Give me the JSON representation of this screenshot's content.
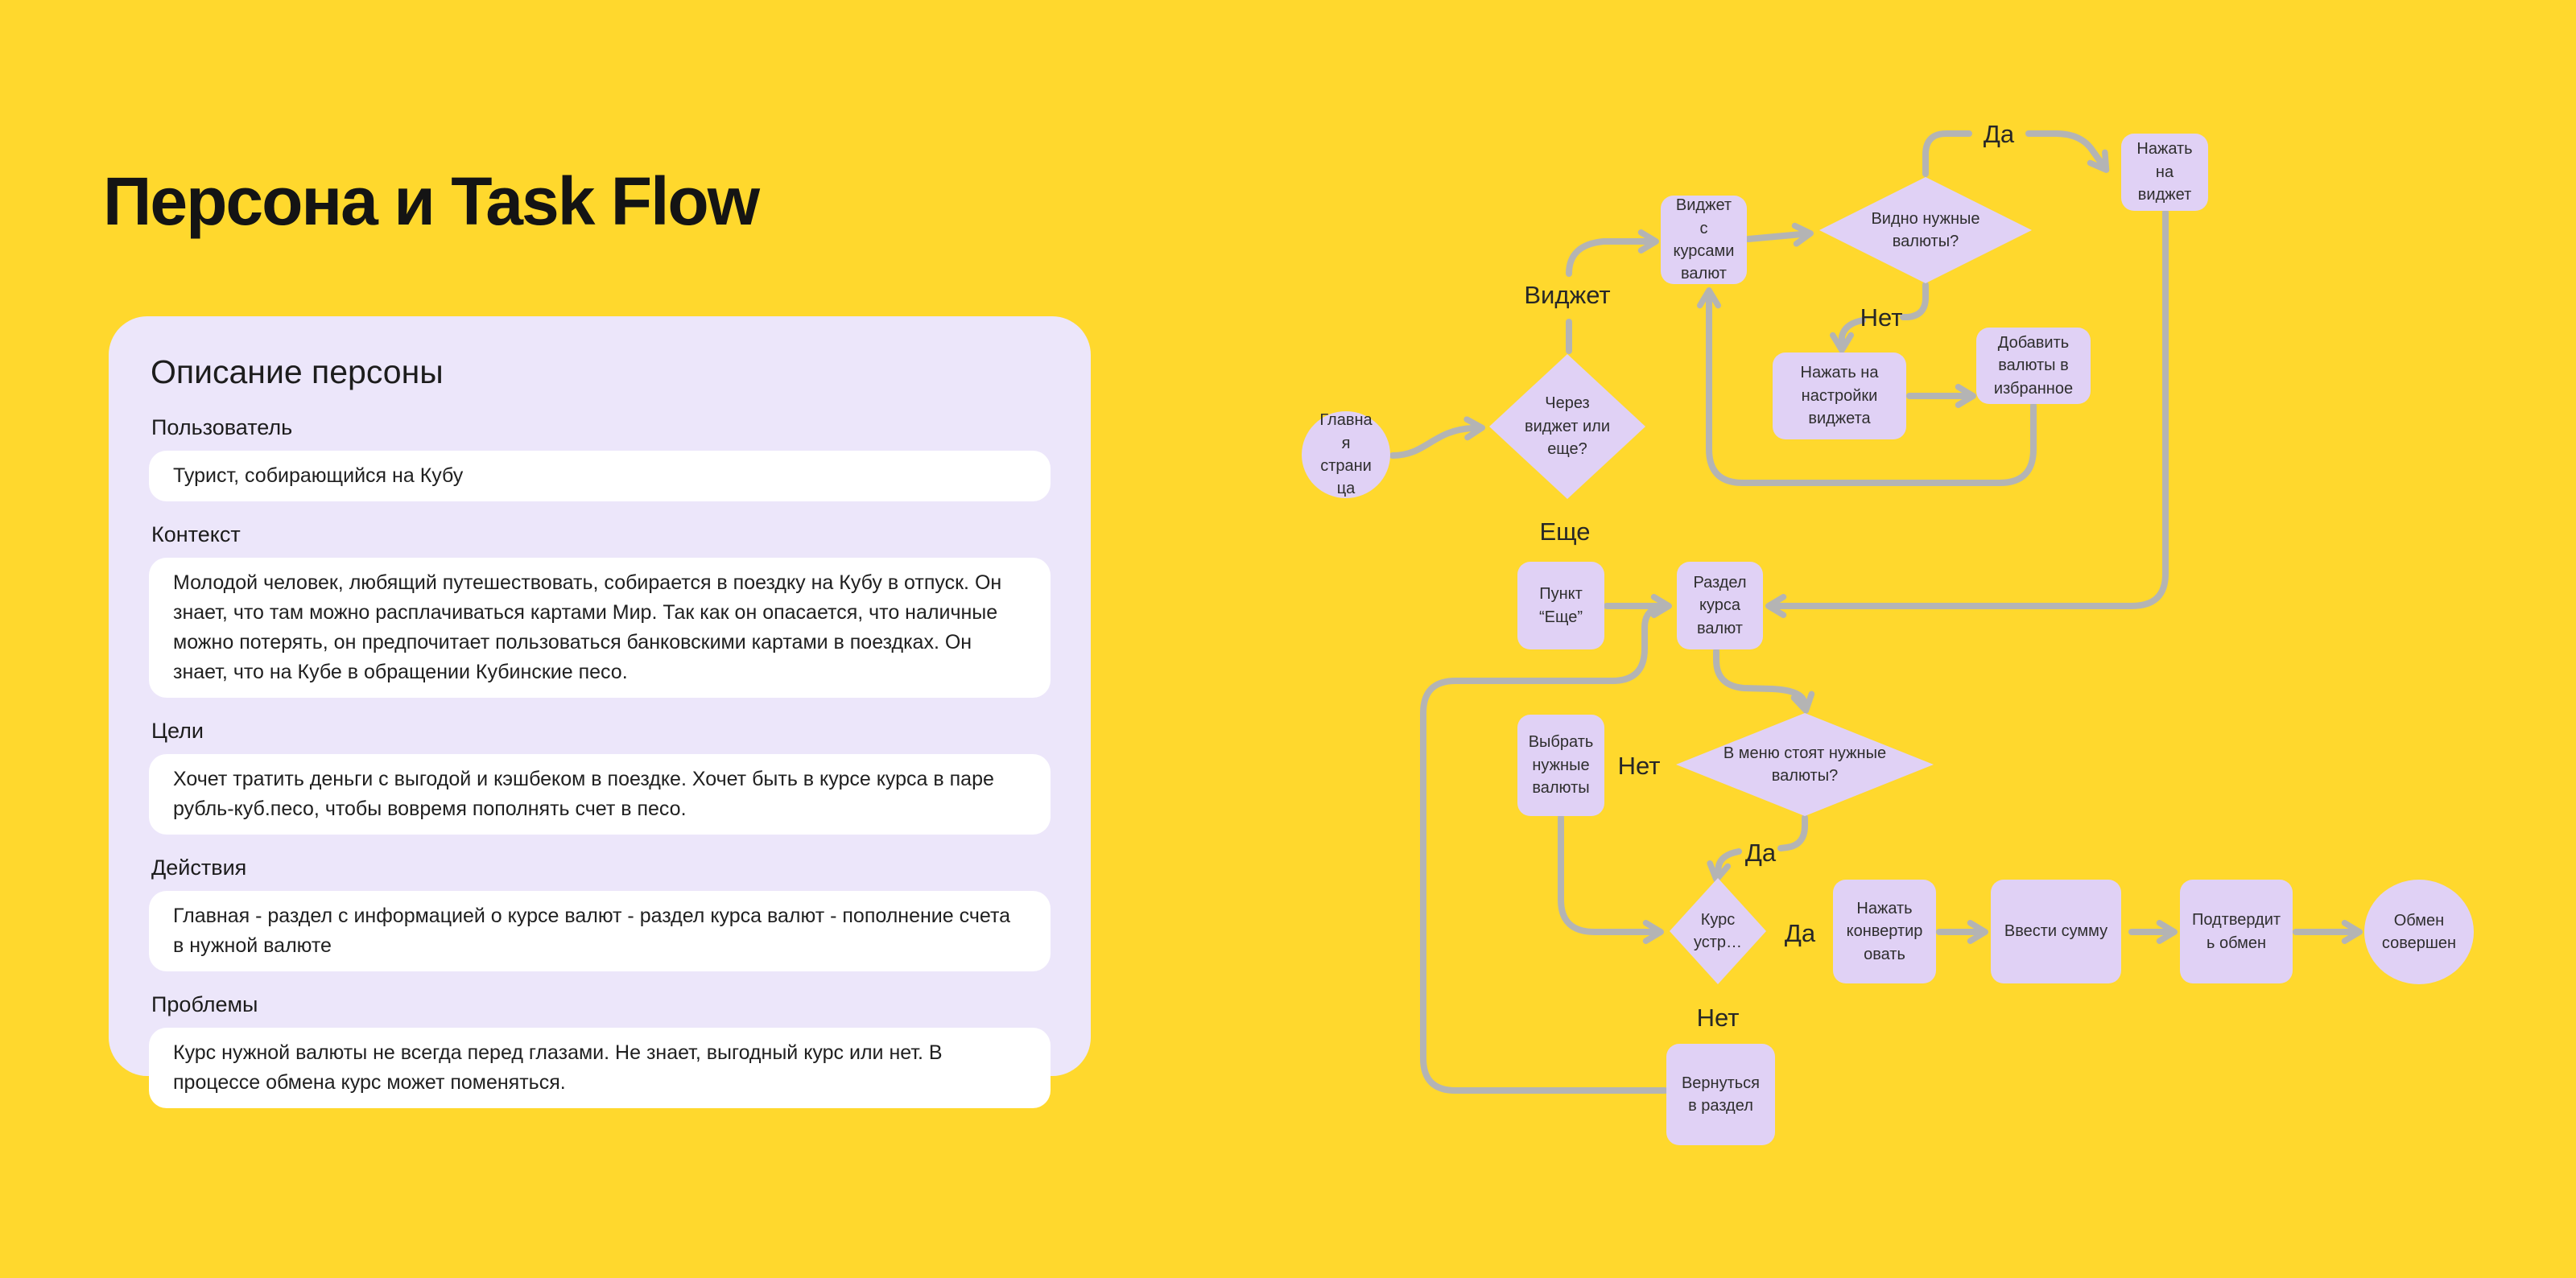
{
  "page": {
    "title": "Персона и Task Flow"
  },
  "persona_card": {
    "title": "Описание персоны",
    "fields": [
      {
        "label": "Пользователь",
        "value": "Турист, собирающийся на Кубу"
      },
      {
        "label": "Контекст",
        "value": "Молодой человек, любящий путешествовать, собирается в поездку на Кубу в отпуск. Он знает, что там можно расплачиваться картами Мир. Так как он опасается, что наличные можно потерять, он предпочитает пользоваться банковскими картами в поездках. Он знает, что на Кубе в обращении Кубинские песо."
      },
      {
        "label": "Цели",
        "value": "Хочет тратить деньги с выгодой и кэшбеком в поездке. Хочет быть в курсе курса в паре рубль-куб.песо, чтобы вовремя пополнять счет в песо."
      },
      {
        "label": "Действия",
        "value": "Главная - раздел с информацией о курсе валют - раздел курса валют - пополнение счета в нужной валюте"
      },
      {
        "label": "Проблемы",
        "value": "Курс нужной валюты не всегда перед глазами. Не знает, выгодный курс или нет. В процессе обмена курс может поменяться."
      }
    ]
  },
  "flow": {
    "nodes": {
      "start": "Главная страница",
      "via_widget_or_more": "Через виджет или еще?",
      "widget_rates": "Виджет с курсами валют",
      "see_currencies": "Видно нужные валюты?",
      "tap_widget": "Нажать на виджет",
      "widget_settings": "Нажать на настройки виджета",
      "add_favorites": "Добавить валюты в избранное",
      "more_item": "Пункт “Еще”",
      "rates_section": "Раздел курса валют",
      "choose_currencies": "Выбрать нужные валюты",
      "menu_has_currencies": "В меню стоят нужные валюты?",
      "rate_ok": "Курс устр…",
      "tap_convert": "Нажать конвертировать",
      "enter_amount": "Ввести сумму",
      "confirm_exchange": "Подтвердить обмен",
      "done": "Обмен совершен",
      "back_to_section": "Вернуться в раздел"
    },
    "branch_labels": {
      "widget": "Виджет",
      "more": "Еще",
      "yes1": "Да",
      "no1": "Нет",
      "no2": "Нет",
      "yes2": "Да",
      "yes3": "Да",
      "no3": "Нет"
    },
    "colors": {
      "background": "#ffd82d",
      "node_fill": "#e0d1f5",
      "card_fill": "#ece6fa",
      "connector": "#b4b4b4"
    }
  }
}
